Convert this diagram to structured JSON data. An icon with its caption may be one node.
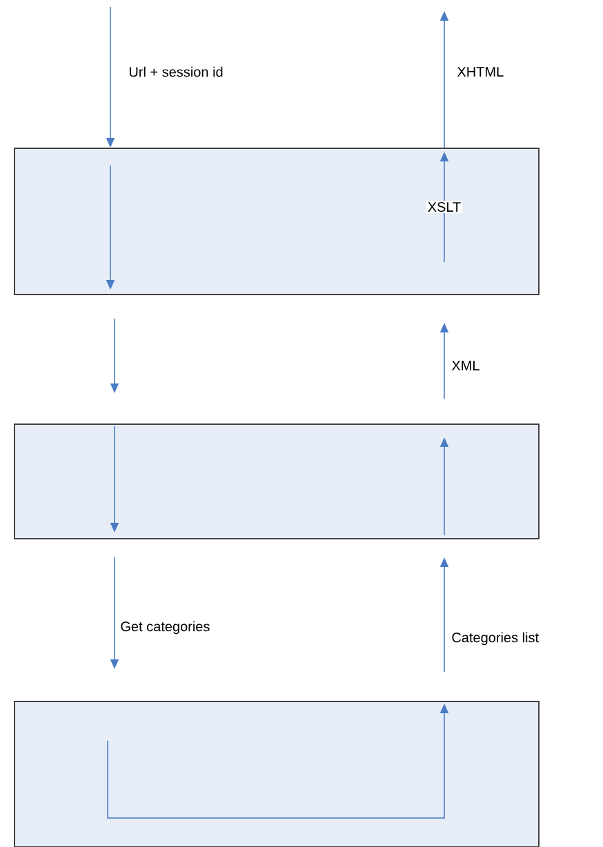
{
  "diagram": {
    "nodes": [
      {
        "text": [],
        "shape": "box"
      },
      {
        "text": [],
        "shape": "box"
      },
      {
        "text": [],
        "shape": "box"
      }
    ],
    "edges": [
      {
        "from": null,
        "to": 0,
        "arrow": "to",
        "label": "Url + session id"
      },
      {
        "from": 0,
        "to": null,
        "arrow": "to",
        "label": "XHTML"
      },
      {
        "from": 0,
        "to": 1,
        "arrow": "to"
      },
      {
        "from": 1,
        "to": 0,
        "arrow": "to",
        "label": "XML"
      },
      {
        "from": 1,
        "to": 2,
        "arrow": "to",
        "label": "Get categories"
      },
      {
        "from": 2,
        "to": 1,
        "arrow": "to",
        "label": "Categories list"
      }
    ],
    "labels": [
      "XSLT"
    ]
  }
}
